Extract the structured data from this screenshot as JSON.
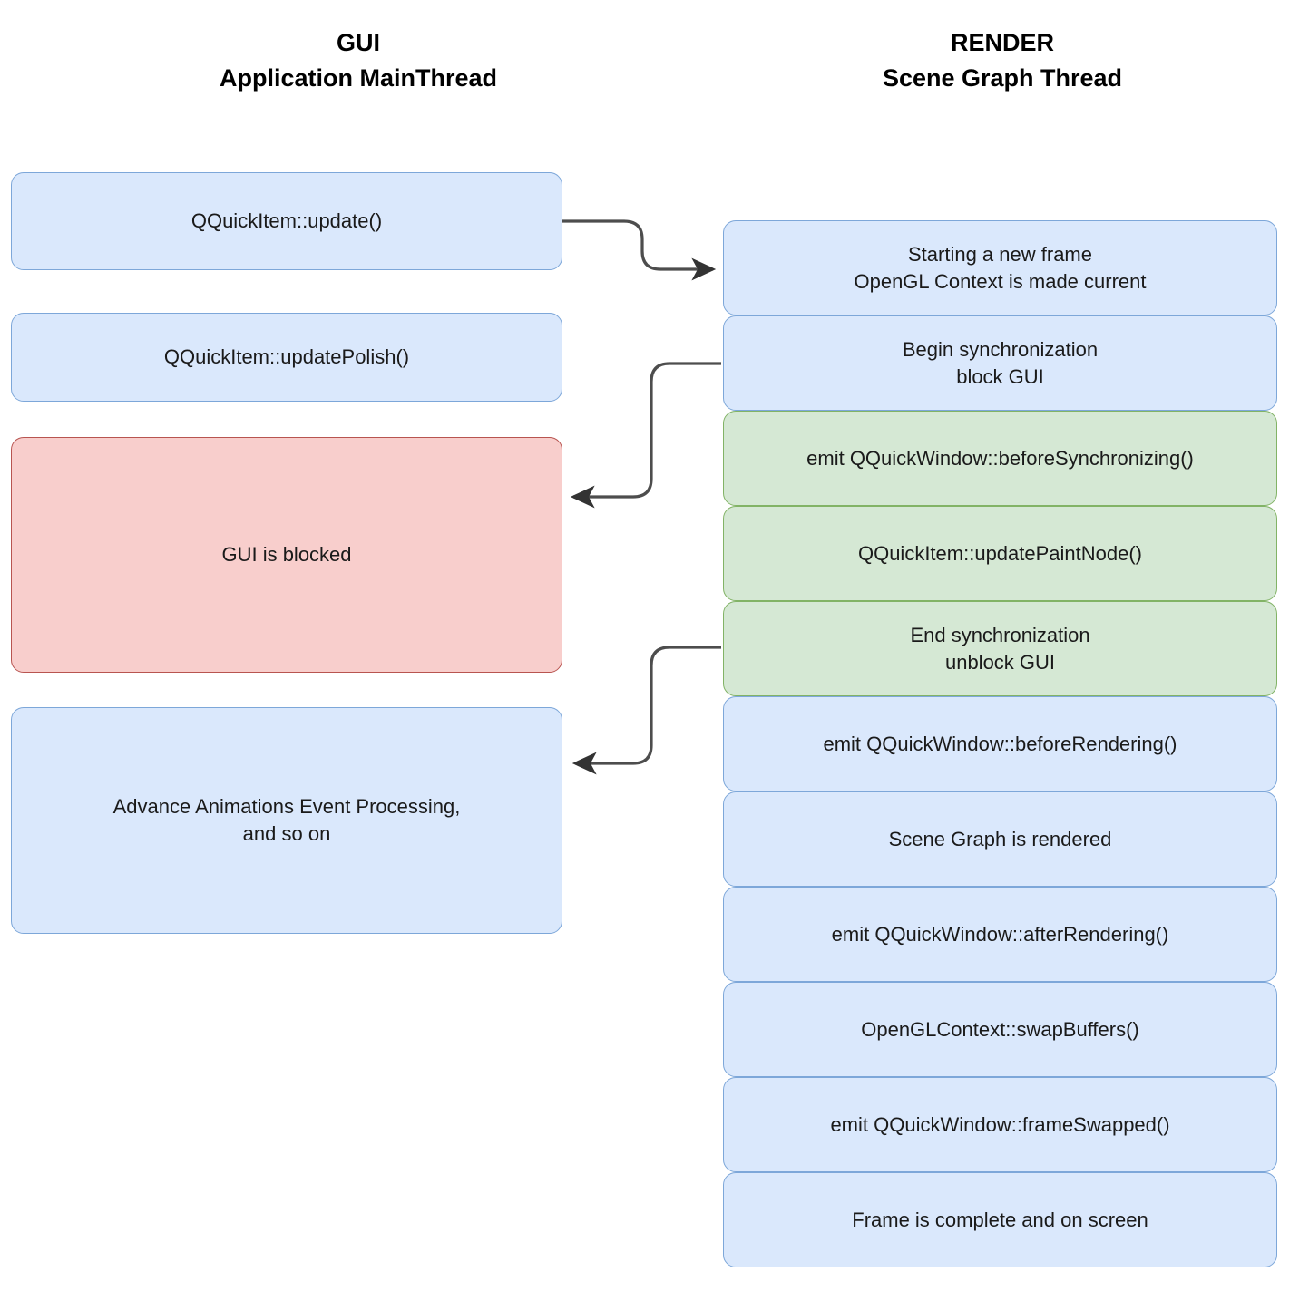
{
  "diagram": {
    "title_left": "GUI\nApplication MainThread",
    "title_right": "RENDER\nScene Graph Thread",
    "colors": {
      "blue_fill": "#dae8fc",
      "blue_stroke": "#7da7d9",
      "green_fill": "#d5e8d4",
      "green_stroke": "#82b366",
      "red_fill": "#f8cecc",
      "red_stroke": "#b85450",
      "arrow": "#4d4d4d",
      "text": "#1a1a1a"
    },
    "gui_column": {
      "header": "GUI\nApplication MainThread",
      "nodes": [
        {
          "label": "QQuickItem::update()",
          "style": "blue"
        },
        {
          "label": "QQuickItem::updatePolish()",
          "style": "blue"
        },
        {
          "label": "GUI is blocked",
          "style": "red"
        },
        {
          "label": "Advance Animations Event Processing,\nand so on",
          "style": "blue"
        }
      ]
    },
    "render_column": {
      "header": "RENDER\nScene Graph Thread",
      "nodes": [
        {
          "label": "Starting a new frame\nOpenGL Context is made current",
          "style": "blue"
        },
        {
          "label": "Begin synchronization\nblock GUI",
          "style": "blue"
        },
        {
          "label": "emit QQuickWindow::beforeSynchronizing()",
          "style": "green"
        },
        {
          "label": "QQuickItem::updatePaintNode()",
          "style": "green"
        },
        {
          "label": "End synchronization\nunblock GUI",
          "style": "green"
        },
        {
          "label": "emit QQuickWindow::beforeRendering()",
          "style": "blue"
        },
        {
          "label": "Scene Graph is rendered",
          "style": "blue"
        },
        {
          "label": "emit QQuickWindow::afterRendering()",
          "style": "blue"
        },
        {
          "label": "OpenGLContext::swapBuffers()",
          "style": "blue"
        },
        {
          "label": "emit QQuickWindow::frameSwapped()",
          "style": "blue"
        },
        {
          "label": "Frame is complete and on screen",
          "style": "blue"
        }
      ]
    },
    "connectors": [
      {
        "name": "update-to-new-frame",
        "from": "QQuickItem::update()",
        "to": "Starting a new frame"
      },
      {
        "name": "begin-sync-to-gui-blocked",
        "from": "Begin synchronization",
        "to": "GUI is blocked"
      },
      {
        "name": "end-sync-to-advance-animations",
        "from": "End synchronization",
        "to": "Advance Animations Event Processing"
      }
    ]
  }
}
